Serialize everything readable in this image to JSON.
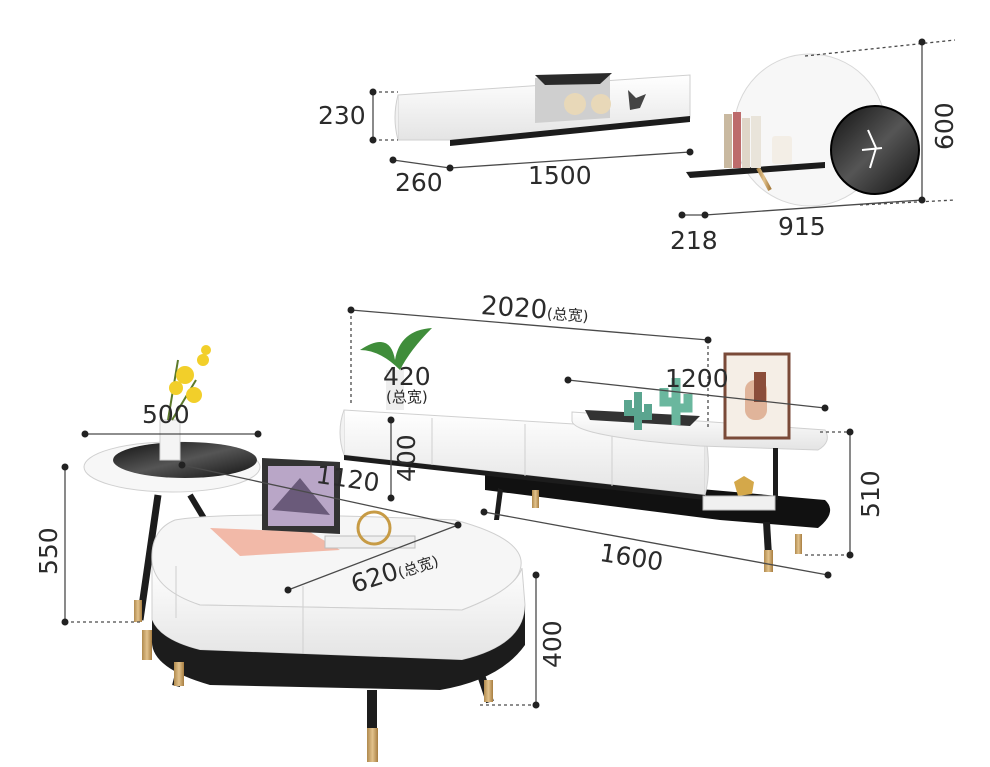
{
  "dimensions": {
    "wall_shelf": {
      "height": "230",
      "depth": "260",
      "width": "1500"
    },
    "round_shelf": {
      "height": "600",
      "depth": "218",
      "width": "915"
    },
    "tv_cabinet": {
      "total_width_value": "2020",
      "total_width_note": "(总宽)",
      "depth_value": "420",
      "depth_note": "(总宽)",
      "upper_top": "1200",
      "base_length": "1600",
      "height": "510",
      "inner_height": "400"
    },
    "side_table": {
      "diameter": "500",
      "height": "550"
    },
    "coffee_table": {
      "length": "1120",
      "depth_value": "620",
      "depth_note": "(总宽)",
      "height": "400"
    }
  },
  "colors": {
    "line": "#4a4a4a",
    "dot": "#222222",
    "white_body": "#f6f6f6",
    "black_trim": "#1c1c1c",
    "gold": "#c9a46a"
  }
}
